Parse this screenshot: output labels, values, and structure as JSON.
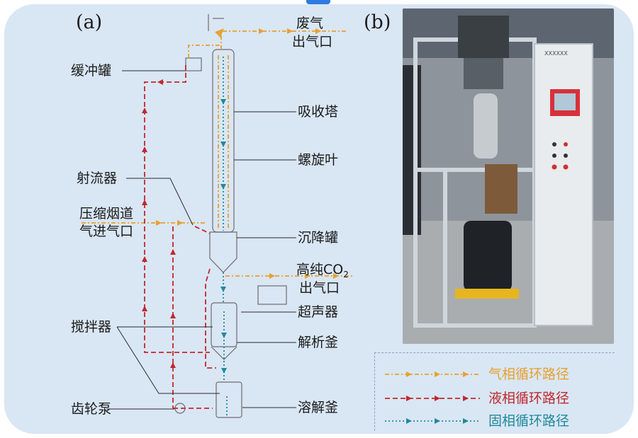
{
  "panels": {
    "a": "(a)",
    "b": "(b)"
  },
  "labels": {
    "waste_gas_line1": "废气",
    "waste_gas_line2": "出气口",
    "buffer_tank": "缓冲罐",
    "absorption_tower": "吸收塔",
    "spiral_blade": "螺旋叶",
    "ejector": "射流器",
    "flue_gas_line1": "压缩烟道",
    "flue_gas_line2": "气进气口",
    "settling_tank": "沉降罐",
    "co2_line1_prefix": "高纯CO",
    "co2_subscript": "2",
    "co2_line2": "出气口",
    "ultrasonic": "超声器",
    "stirrer": "搅拌器",
    "desorption_kettle": "解析釜",
    "dissolution_kettle": "溶解釜",
    "gear_pump": "齿轮泵"
  },
  "legend": [
    {
      "label": "气相循环路径",
      "color": "#e8a030"
    },
    {
      "label": "液相循环路径",
      "color": "#c0282e"
    },
    {
      "label": "固相循环路径",
      "color": "#1f8a9a"
    }
  ],
  "photo": {
    "screen_text": "XXXXXX"
  }
}
